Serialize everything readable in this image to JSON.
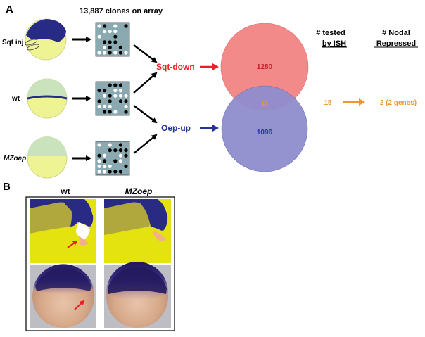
{
  "panel_a": {
    "label": "A",
    "clones_title": "13,887 clones on array",
    "embryo_labels": {
      "sqt": "Sqt inj",
      "wt": "wt",
      "mz": "MZoep"
    },
    "sqt_down": "Sqt-down",
    "oep_up": "Oep-up",
    "venn": {
      "left_count": "1280",
      "overlap_count": "15",
      "right_count": "1096"
    },
    "col_tested": {
      "line1": "# tested",
      "line2": "by ISH"
    },
    "col_repressed": {
      "line1": "# Nodal",
      "line2": "Repressed"
    },
    "tested_value": "15",
    "repressed_value": "2 (2 genes)"
  },
  "panel_b": {
    "label": "B",
    "col_wt": "wt",
    "col_mz": "MZoep"
  },
  "colors": {
    "red": "#e8202a",
    "blue": "#23349a",
    "orange": "#f0962a",
    "venn_red": "#f28a8a",
    "venn_blue": "#8f8dcc",
    "yolk": "#eef394",
    "animal": "#cbe3bd",
    "stain": "#272b86",
    "chip": "#8aa9b1"
  }
}
